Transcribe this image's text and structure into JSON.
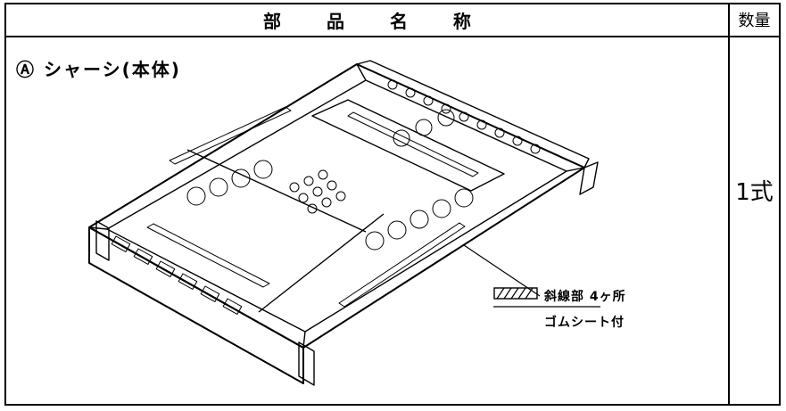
{
  "table": {
    "header_name": "部 品 名 称",
    "header_qty": "数量"
  },
  "part": {
    "label": "Ⓐ シャーシ(本体)",
    "quantity": "1式"
  },
  "callout": {
    "line1": "斜線部 4ヶ所",
    "line2": "ゴムシート付"
  },
  "icons": [
    "hatch-swatch-icon"
  ]
}
